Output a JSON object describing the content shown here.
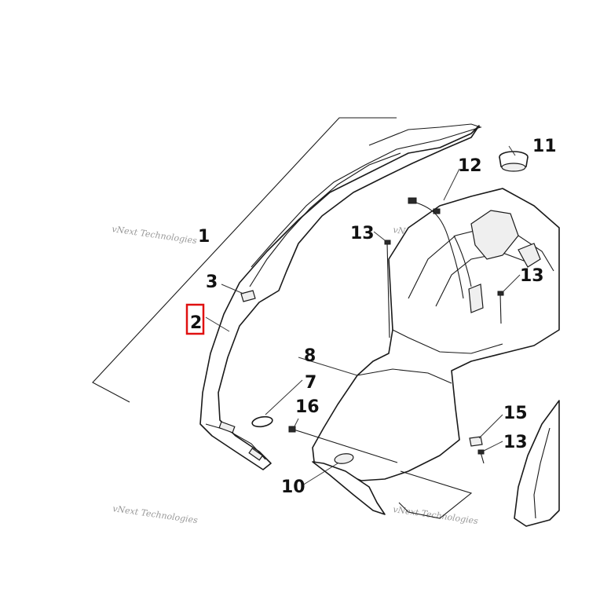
{
  "diagram": {
    "callouts": [
      {
        "id": "1",
        "label": "1"
      },
      {
        "id": "2",
        "label": "2",
        "highlighted": true
      },
      {
        "id": "3",
        "label": "3"
      },
      {
        "id": "7",
        "label": "7"
      },
      {
        "id": "8",
        "label": "8"
      },
      {
        "id": "10",
        "label": "10"
      },
      {
        "id": "11",
        "label": "11"
      },
      {
        "id": "12",
        "label": "12"
      },
      {
        "id": "13a",
        "label": "13"
      },
      {
        "id": "13b",
        "label": "13"
      },
      {
        "id": "13c",
        "label": "13"
      },
      {
        "id": "15",
        "label": "15"
      },
      {
        "id": "16",
        "label": "16"
      }
    ],
    "watermark": "vNext Technologies",
    "highlight_color": "#e01010",
    "line_color": "#1a1a1a"
  }
}
